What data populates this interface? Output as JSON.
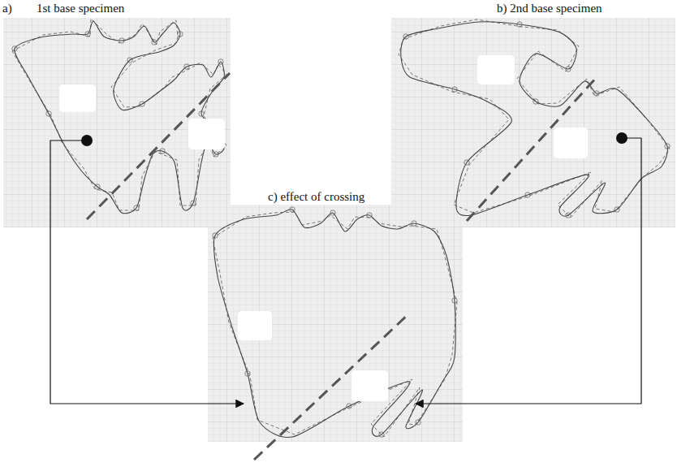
{
  "diagram": {
    "labels": [
      "a)",
      "1st base specimen",
      "b) 2nd base specimen",
      "c) effect of crossing"
    ]
  }
}
